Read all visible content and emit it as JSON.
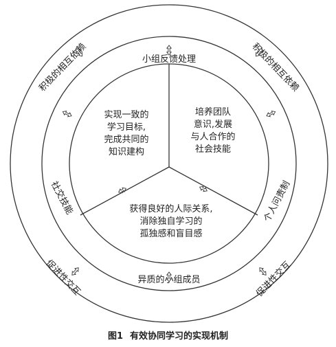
{
  "outer_ring": {
    "top_left": "积极的相互依赖",
    "top_right": "积极的相互依赖",
    "bottom_left": "促进性交互",
    "bottom_right": "促进性交互"
  },
  "middle_ring": {
    "top": "小组反馈处理",
    "left": "社交技能",
    "right": "个人问责制",
    "bottom": "异质的小组成员"
  },
  "sectors": {
    "upper_left": [
      "实现一致的",
      "学习目标,",
      "完成共同的",
      "知识建构"
    ],
    "upper_right": [
      "培养团队",
      "意识,发展",
      "与人合作的",
      "社会技能"
    ],
    "bottom": [
      "获得良好的人际关系,",
      "消除独自学习的",
      "孤独感和盲目感"
    ]
  },
  "caption": {
    "figure_number": "图1",
    "title": "有效协同学习的实现机制"
  }
}
